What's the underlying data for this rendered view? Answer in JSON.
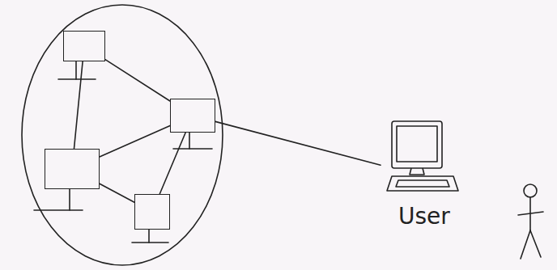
{
  "diagram": {
    "nodes": [
      {
        "text": []
      },
      {
        "text": [],
        "in": 0
      },
      {
        "text": [],
        "in": 0
      },
      {
        "text": [],
        "in": 0
      },
      {
        "text": [],
        "in": 0
      },
      {
        "text": [
          "User"
        ]
      }
    ],
    "edges": [
      {
        "from": 1,
        "to": 2,
        "arrow": "none"
      },
      {
        "from": 1,
        "to": 3,
        "arrow": "none"
      },
      {
        "from": 3,
        "to": 2,
        "arrow": "none"
      },
      {
        "from": 3,
        "to": 4,
        "arrow": "none"
      },
      {
        "from": 4,
        "to": 2,
        "arrow": "none"
      },
      {
        "from": 2,
        "to": 5,
        "arrow": "none"
      }
    ]
  }
}
